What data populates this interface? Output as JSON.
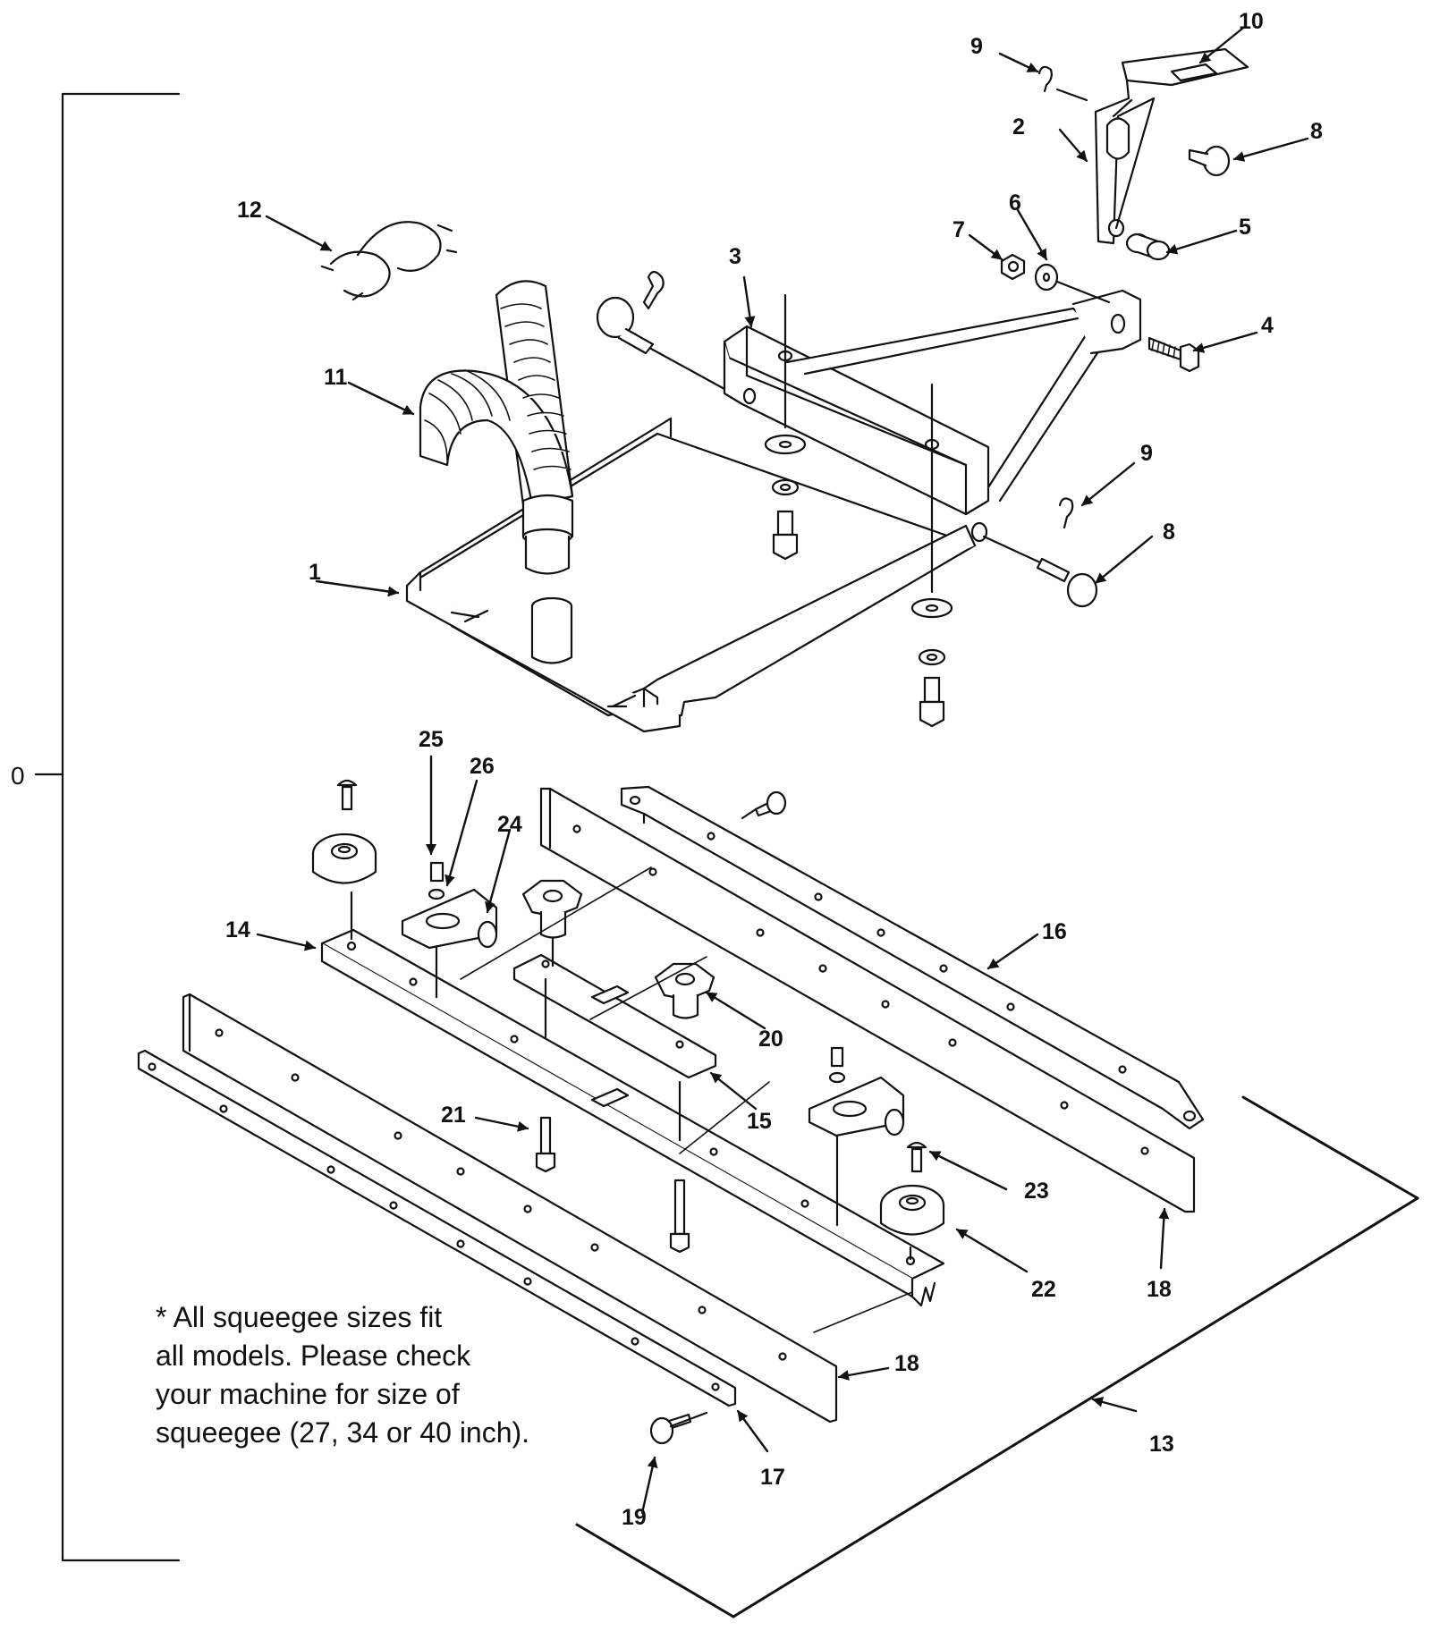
{
  "diagram": {
    "bracket_label": "0",
    "callouts": [
      "1",
      "2",
      "3",
      "4",
      "5",
      "6",
      "7",
      "8",
      "8",
      "9",
      "9",
      "10",
      "11",
      "12",
      "13",
      "14",
      "15",
      "16",
      "17",
      "18",
      "18",
      "19",
      "20",
      "21",
      "22",
      "23",
      "24",
      "25",
      "26"
    ],
    "note_lines": [
      "* All squeegee sizes fit",
      "all models. Please check",
      "your machine for size of",
      "squeegee (27, 34 or 40 inch)."
    ]
  }
}
